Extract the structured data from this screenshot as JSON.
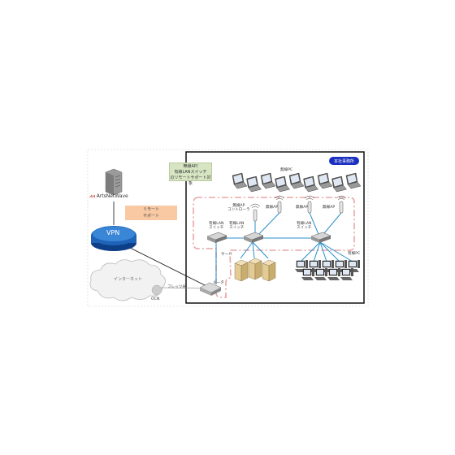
{
  "diagram": {
    "office_badge": "本社事務所",
    "callout_lines": [
      "無線AP/",
      "有線LANスイッチ",
      "のリモートサポート対象"
    ],
    "remote_support": [
      "リモート",
      "サポート"
    ],
    "logo_text": "ArtsNetWave",
    "vpn_label": "VPN",
    "internet_label": "インターネット",
    "flets_label": "フレッツ光",
    "ocn_label": "OCN",
    "router_label": "ルータ",
    "laptops_label": "無線PC",
    "ap_controller_label": [
      "無線AP",
      "コントローラ"
    ],
    "ap_label_1": "無線AP",
    "ap_label_2": "無線AP",
    "ap_label_3": "無線AP",
    "switch_label_1": [
      "有線LAN",
      "スイッチ"
    ],
    "switch_label_2": [
      "有線LAN",
      "スイッチ"
    ],
    "switch_label_3": [
      "有線LAN",
      "スイッチ"
    ],
    "servers_label": "サーバ",
    "wired_pc_label": "有線PC",
    "colors": {
      "office_border": "#111111",
      "badge": "#1a2fbf",
      "dash": "#e7a6a6",
      "link": "#2a8fc8",
      "vpn": "#1e63b8",
      "callout_bg": "#d7e5c3",
      "remote_bg": "#f8c9a3"
    }
  }
}
